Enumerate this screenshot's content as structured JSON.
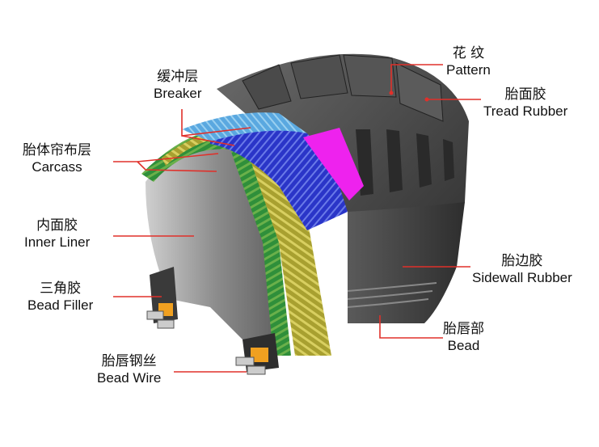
{
  "labels": {
    "pattern": {
      "zh": "花  纹",
      "en": "Pattern"
    },
    "tread": {
      "zh": "胎面胶",
      "en": "Tread Rubber"
    },
    "breaker": {
      "zh": "缓冲层",
      "en": "Breaker"
    },
    "carcass": {
      "zh": "胎体帘布层",
      "en": "Carcass"
    },
    "inner": {
      "zh": "内面胶",
      "en": "Inner Liner"
    },
    "filler": {
      "zh": "三角胶",
      "en": "Bead Filler"
    },
    "sidewall": {
      "zh": "胎边胶",
      "en": "Sidewall Rubber"
    },
    "bead": {
      "zh": "胎唇部",
      "en": "Bead"
    },
    "wire": {
      "zh": "胎唇钢丝",
      "en": "Bead Wire"
    }
  },
  "colors": {
    "leader": "#e0302a",
    "rubber_dark": "#3a3a3a",
    "rubber_mid": "#5a5a5a",
    "rubber_light": "#8a8a8a",
    "breaker_blue": "#2a35c8",
    "breaker_cyan": "#6fb8e8",
    "carcass_green": "#2f8f3a",
    "carcass_yellow": "#b8b03a",
    "magenta": "#ee22ee",
    "bead_orange": "#f0a020"
  }
}
